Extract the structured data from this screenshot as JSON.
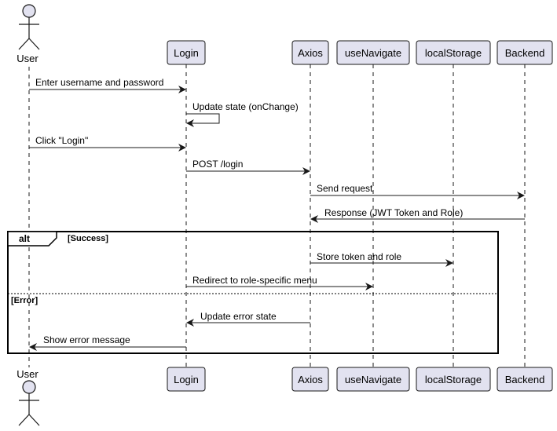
{
  "participants": [
    {
      "id": "user",
      "label": "User",
      "kind": "actor"
    },
    {
      "id": "login",
      "label": "Login",
      "kind": "box"
    },
    {
      "id": "axios",
      "label": "Axios",
      "kind": "box"
    },
    {
      "id": "nav",
      "label": "useNavigate",
      "kind": "box"
    },
    {
      "id": "storage",
      "label": "localStorage",
      "kind": "box"
    },
    {
      "id": "backend",
      "label": "Backend",
      "kind": "box"
    }
  ],
  "messages": [
    {
      "from": "user",
      "to": "login",
      "text": "Enter username and password"
    },
    {
      "from": "login",
      "to": "login",
      "text": "Update state (onChange)"
    },
    {
      "from": "user",
      "to": "login",
      "text": "Click \"Login\""
    },
    {
      "from": "login",
      "to": "axios",
      "text": "POST /login"
    },
    {
      "from": "axios",
      "to": "backend",
      "text": "Send request"
    },
    {
      "from": "backend",
      "to": "axios",
      "text": "Response (JWT Token and Role)"
    },
    {
      "from": "axios",
      "to": "storage",
      "text": "Store token and role"
    },
    {
      "from": "login",
      "to": "nav",
      "text": "Redirect to role-specific menu"
    },
    {
      "from": "axios",
      "to": "login",
      "text": "Update error state"
    },
    {
      "from": "login",
      "to": "user",
      "text": "Show error message"
    }
  ],
  "alt": {
    "keyword": "alt",
    "success_label": "[Success]",
    "error_label": "[Error]"
  },
  "colors": {
    "box_fill": "#e2e2f0",
    "box_stroke": "#181818",
    "lifeline": "#181818",
    "arrow": "#181818"
  }
}
